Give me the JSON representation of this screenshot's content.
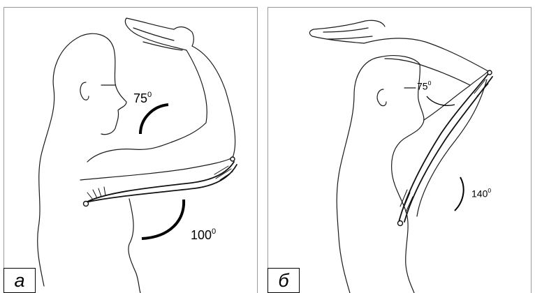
{
  "panels": [
    {
      "tag": "а",
      "angles": [
        {
          "value": "75",
          "unit": "0"
        },
        {
          "value": "100",
          "unit": "0"
        }
      ]
    },
    {
      "tag": "б",
      "angles": [
        {
          "value": "75",
          "unit": "0"
        },
        {
          "value": "140",
          "unit": "0"
        }
      ]
    }
  ]
}
